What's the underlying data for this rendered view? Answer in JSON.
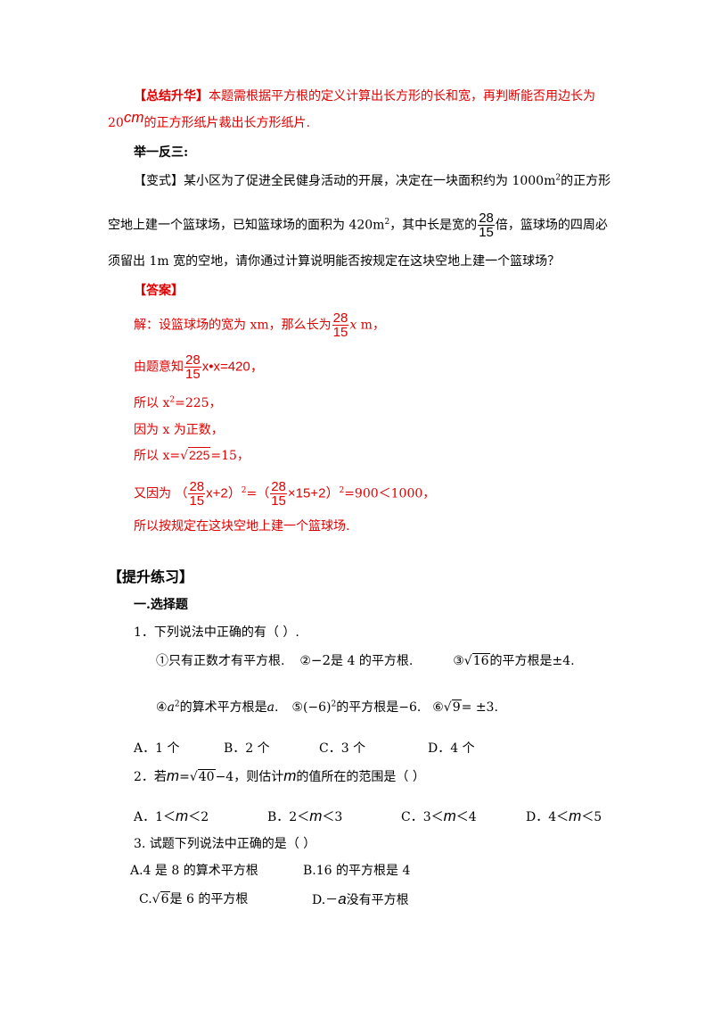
{
  "summary": {
    "label": "【总结升华】",
    "text1": "本题需根据平方根的定义计算出长方形的长和宽，再判断能否用边长为",
    "num": "20",
    "unit": "cm",
    "text2": "的正方形纸片裁出长方形纸片."
  },
  "practice_head": "举一反三:",
  "variant": {
    "label": "【变式】",
    "l1_a": "某小区为了促进全民健身活动的开展，决定在一块面积约为 1000m",
    "l1_sup": "2",
    "l1_b": "的正方形",
    "l2_a": "空地上建一个篮球场，已知篮球场的面积为 420m",
    "l2_sup": "2",
    "l2_b": "，其中长是宽的",
    "frac_num": "28",
    "frac_den": "15",
    "l2_c": "倍，篮球场的四周必",
    "l3": "须留出 1m 宽的空地，请你通过计算说明能否按规定在这块空地上建一个篮球场？"
  },
  "answer": {
    "label": "【答案】",
    "s1_a": "解：设篮球场的宽为 xm，那么长为",
    "s1_b": "x",
    "s1_c": " m，",
    "s2_a": "由题意知",
    "s2_b": "x•x=420，",
    "s3_a": "所以 x",
    "s3_sup": "2",
    "s3_b": "=225，",
    "s4": "因为 x 为正数，",
    "s5_a": "所以 x=",
    "s5_rad": "225",
    "s5_b": "=15，",
    "s6_a": "又因为 （",
    "s6_b": "x+2）",
    "s6_sup1": "2",
    "s6_c": "=（",
    "s6_d": "×15+2）",
    "s6_sup2": "2",
    "s6_e": "=900＜1000，",
    "s7": "所以按规定在这块空地上建一个篮球场."
  },
  "upgrade_head": "【提升练习】",
  "section_title": "一.选择题",
  "q1": {
    "stem": "1．下列说法中正确的有（      ）.",
    "o1": "①只有正数才有平方根.",
    "o2_a": "②",
    "o2_math": "−2",
    "o2_b": "是 4 的平方根.",
    "o3_a": "③",
    "o3_rad": "16",
    "o3_b": "的平方根是",
    "o3_math": "±4",
    "o3_c": ".",
    "o4_a": "④",
    "o4_math": "a",
    "o4_sup": "2",
    "o4_b": "的算术平方根是",
    "o4_c": "a",
    "o4_d": ".",
    "o5_a": "⑤",
    "o5_math": "(−6)",
    "o5_sup": "2",
    "o5_b": "的平方根是",
    "o5_c": "−6",
    "o5_d": ".",
    "o6_a": "⑥",
    "o6_rad": "9",
    "o6_b": "= ±3",
    "o6_c": ".",
    "choices": [
      "A．1 个",
      "B．2 个",
      "C．3  个",
      "D．4 个"
    ]
  },
  "q2": {
    "a": "2．若",
    "m1": "m",
    "b": "=",
    "rad": "40",
    "c": "−4，则估计",
    "m2": "m",
    "d": "的值所在的范围是（        ）",
    "choices": [
      {
        "pre": "A．1＜",
        "m": "m",
        "post": "＜2"
      },
      {
        "pre": "B．2＜",
        "m": "m",
        "post": "＜3"
      },
      {
        "pre": "C．3＜",
        "m": "m",
        "post": "＜4"
      },
      {
        "pre": "D．4＜",
        "m": "m",
        "post": "＜5"
      }
    ]
  },
  "q3": {
    "stem": "3. 试题下列说法中正确的是（      ）",
    "A": "A.4 是 8 的算术平方根",
    "B": "B.16 的平方根是 4",
    "C_a": "C.",
    "C_rad": "6",
    "C_b": "是 6 的平方根",
    "D_a": "D.－",
    "D_m": "a",
    "D_b": "没有平方根"
  }
}
